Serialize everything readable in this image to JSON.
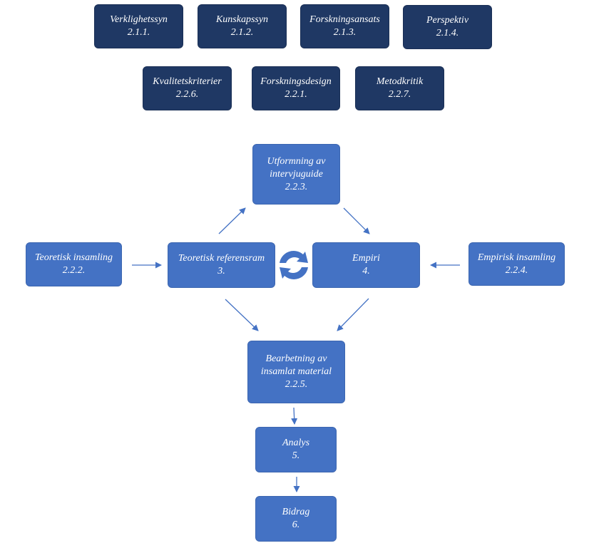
{
  "colors": {
    "dark_box": "#1f3864",
    "light_box": "#4472c4",
    "arrow": "#4472c4",
    "text": "#ffffff"
  },
  "top_row": [
    {
      "line1": "Verklighetssyn",
      "line2": "2.1.1."
    },
    {
      "line1": "Kunskapssyn",
      "line2": "2.1.2."
    },
    {
      "line1": "Forskningsansats",
      "line2": "2.1.3."
    },
    {
      "line1": "Perspektiv",
      "line2": "2.1.4."
    }
  ],
  "second_row": [
    {
      "line1": "Kvalitetskriterier",
      "line2": "2.2.6."
    },
    {
      "line1": "Forskningsdesign",
      "line2": "2.2.1."
    },
    {
      "line1": "Metodkritik",
      "line2": "2.2.7."
    }
  ],
  "flow": {
    "utformning": {
      "line1": "Utformning av",
      "line2": "intervjuguide",
      "line3": "2.2.3."
    },
    "teoretisk_insamling": {
      "line1": "Teoretisk insamling",
      "line2": "2.2.2."
    },
    "teoretisk_referensram": {
      "line1": "Teoretisk referensram",
      "line2": "3."
    },
    "empiri": {
      "line1": "Empiri",
      "line2": "4."
    },
    "empirisk_insamling": {
      "line1": "Empirisk insamling",
      "line2": "2.2.4."
    },
    "bearbetning": {
      "line1": "Bearbetning av",
      "line2": "insamlat material",
      "line3": "2.2.5."
    },
    "analys": {
      "line1": "Analys",
      "line2": "5."
    },
    "bidrag": {
      "line1": "Bidrag",
      "line2": "6."
    }
  },
  "icons": {
    "cycle": "cycle-arrows-icon"
  }
}
